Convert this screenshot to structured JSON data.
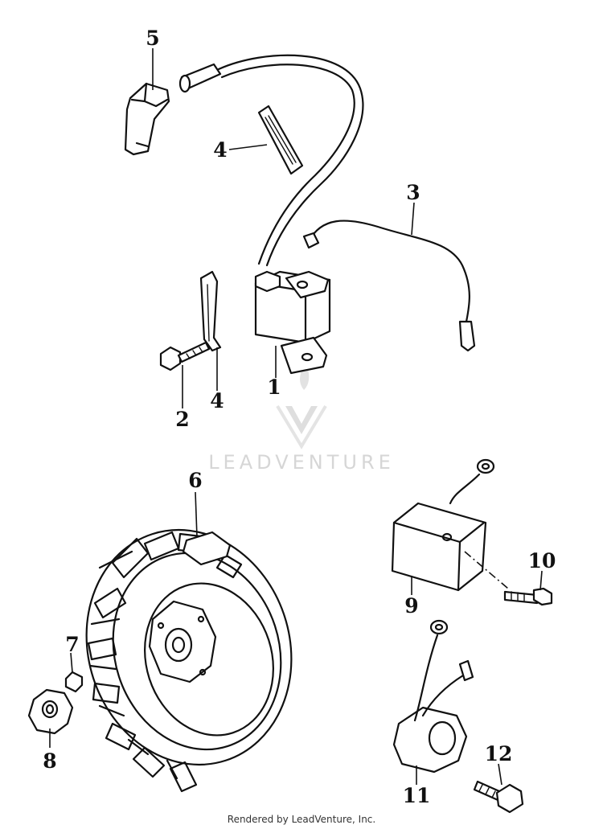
{
  "watermark": {
    "text": "LEADVENTURE"
  },
  "footer": {
    "text": "Rendered by LeadVenture, Inc."
  },
  "callouts": {
    "c1": "1",
    "c2": "2",
    "c3": "3",
    "c4a": "4",
    "c4b": "4",
    "c5": "5",
    "c6": "6",
    "c7": "7",
    "c8": "8",
    "c9": "9",
    "c10": "10",
    "c11": "11",
    "c12": "12"
  }
}
